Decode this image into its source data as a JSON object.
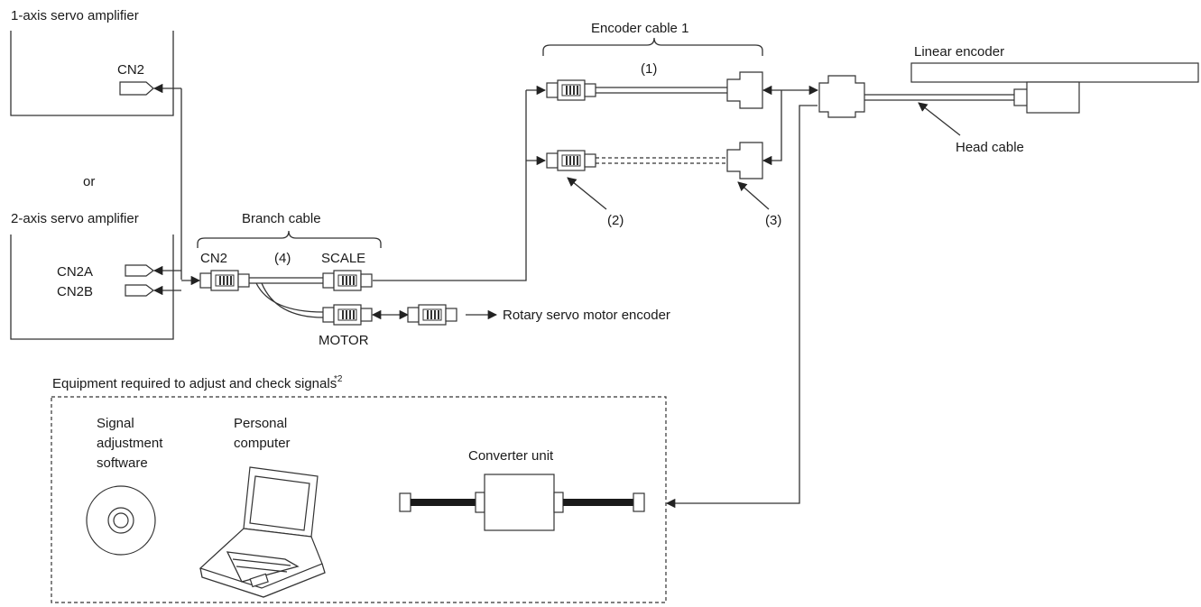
{
  "labels": {
    "amp1": "1-axis servo amplifier",
    "cn2_amp1": "CN2",
    "or": "or",
    "amp2": "2-axis servo amplifier",
    "cn2a": "CN2A",
    "cn2b": "CN2B",
    "branch_cable": "Branch cable",
    "branch_cn2": "CN2",
    "branch_num": "(4)",
    "scale": "SCALE",
    "motor": "MOTOR",
    "rotary_encoder": "Rotary servo motor encoder",
    "encoder_cable_1": "Encoder cable 1",
    "num1": "(1)",
    "num2": "(2)",
    "num3": "(3)",
    "linear_encoder": "Linear encoder",
    "head_cable": "Head cable",
    "equipment": "Equipment required to adjust and check signals",
    "equipment_note": "*2",
    "signal_sw_1": "Signal",
    "signal_sw_2": "adjustment",
    "signal_sw_3": "software",
    "pc_1": "Personal",
    "pc_2": "computer",
    "converter": "Converter unit"
  }
}
